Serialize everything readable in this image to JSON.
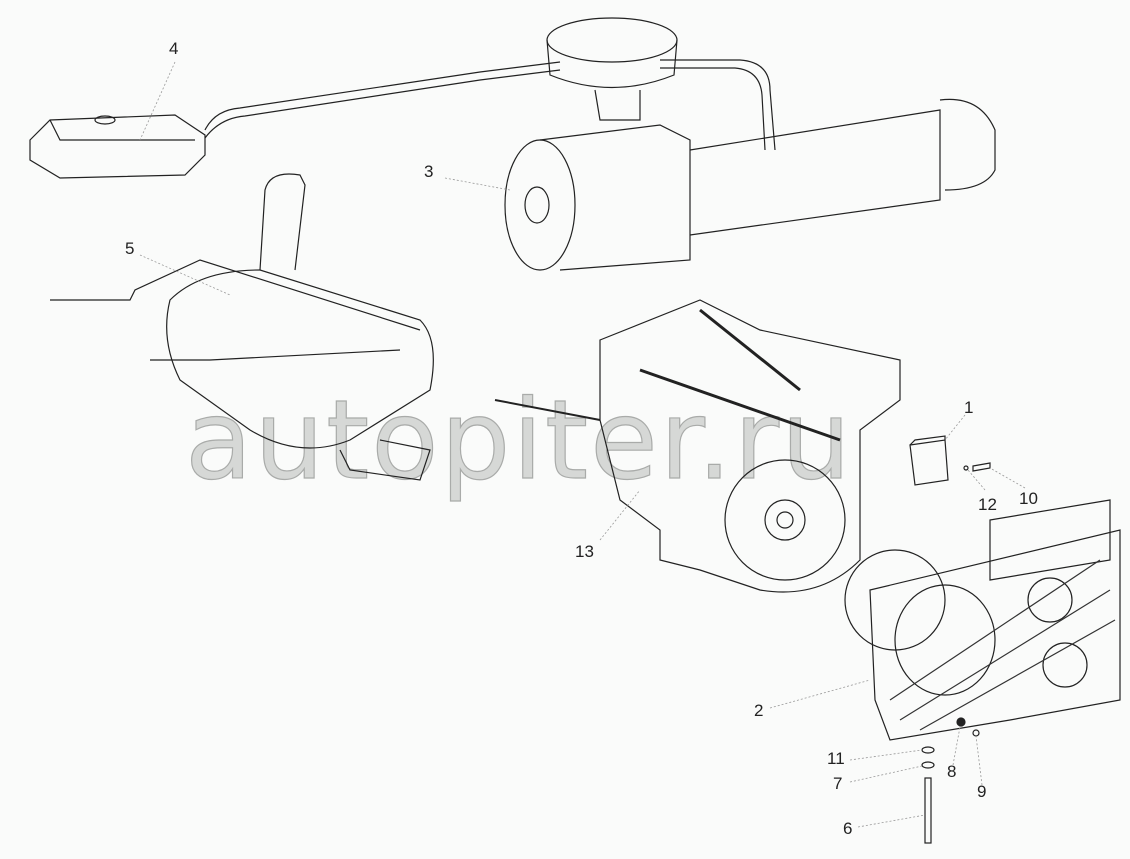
{
  "diagram": {
    "type": "exploded-parts-view",
    "callouts": [
      {
        "id": "1",
        "label": "1",
        "part": "battery-box"
      },
      {
        "id": "2",
        "label": "2",
        "part": "radiator-cooling-unit"
      },
      {
        "id": "3",
        "label": "3",
        "part": "air-cleaner"
      },
      {
        "id": "4",
        "label": "4",
        "part": "expansion-tank"
      },
      {
        "id": "5",
        "label": "5",
        "part": "muffler"
      },
      {
        "id": "6",
        "label": "6",
        "part": "stud"
      },
      {
        "id": "7",
        "label": "7",
        "part": "washer"
      },
      {
        "id": "8",
        "label": "8",
        "part": "nut"
      },
      {
        "id": "9",
        "label": "9",
        "part": "washer-small"
      },
      {
        "id": "10",
        "label": "10",
        "part": "bolt"
      },
      {
        "id": "11",
        "label": "11",
        "part": "nut-lower"
      },
      {
        "id": "12",
        "label": "12",
        "part": "washer-bolt"
      },
      {
        "id": "13",
        "label": "13",
        "part": "engine"
      }
    ],
    "watermark": "autopiter.ru",
    "colors": {
      "line": "#222222",
      "leader": "#999999",
      "background": "#fafbfa",
      "watermark": "#bbbbbb"
    }
  }
}
